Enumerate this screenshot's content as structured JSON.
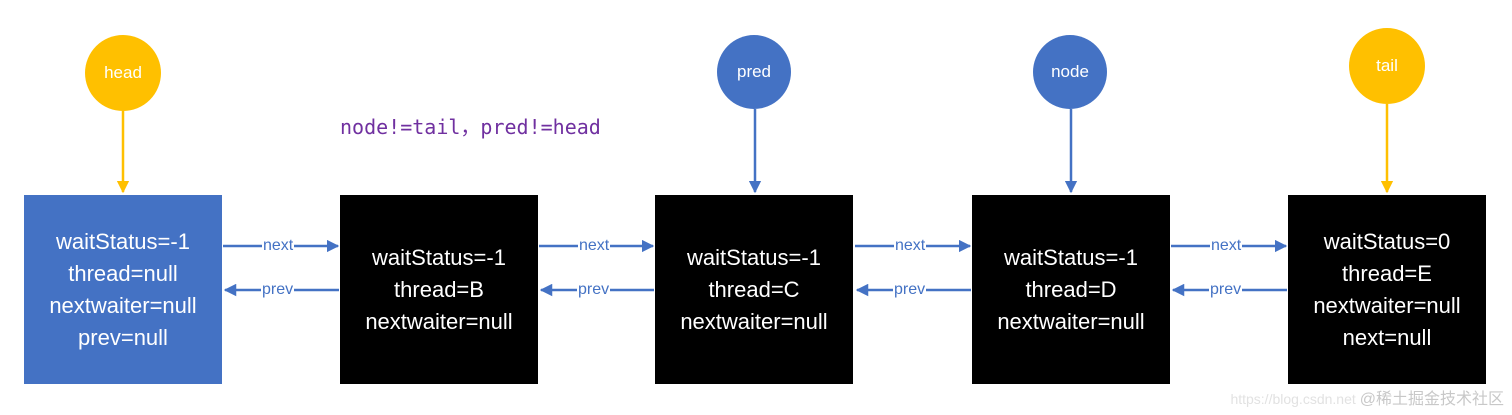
{
  "pointers": {
    "head": "head",
    "pred": "pred",
    "node": "node",
    "tail": "tail"
  },
  "condition_text": "node!=tail，pred!=head",
  "nodes": [
    {
      "lines": [
        "waitStatus=-1",
        "thread=null",
        "nextwaiter=null",
        "prev=null"
      ]
    },
    {
      "lines": [
        "waitStatus=-1",
        "thread=B",
        "nextwaiter=null"
      ]
    },
    {
      "lines": [
        "waitStatus=-1",
        "thread=C",
        "nextwaiter=null"
      ]
    },
    {
      "lines": [
        "waitStatus=-1",
        "thread=D",
        "nextwaiter=null"
      ]
    },
    {
      "lines": [
        "waitStatus=0",
        "thread=E",
        "nextwaiter=null",
        "next=null"
      ]
    }
  ],
  "links": {
    "next_label": "next",
    "prev_label": "prev"
  },
  "watermark": {
    "url": "https://blog.csdn.net",
    "brand": "@稀土掘金技术社区"
  },
  "colors": {
    "pointer_yellow": "#ffc000",
    "pointer_blue": "#4472c4",
    "head_node_fill": "#4472c4",
    "node_fill": "#000000",
    "arrow_blue": "#4472c4",
    "arrow_yellow": "#ffc000",
    "condition_text": "#7030a0"
  }
}
